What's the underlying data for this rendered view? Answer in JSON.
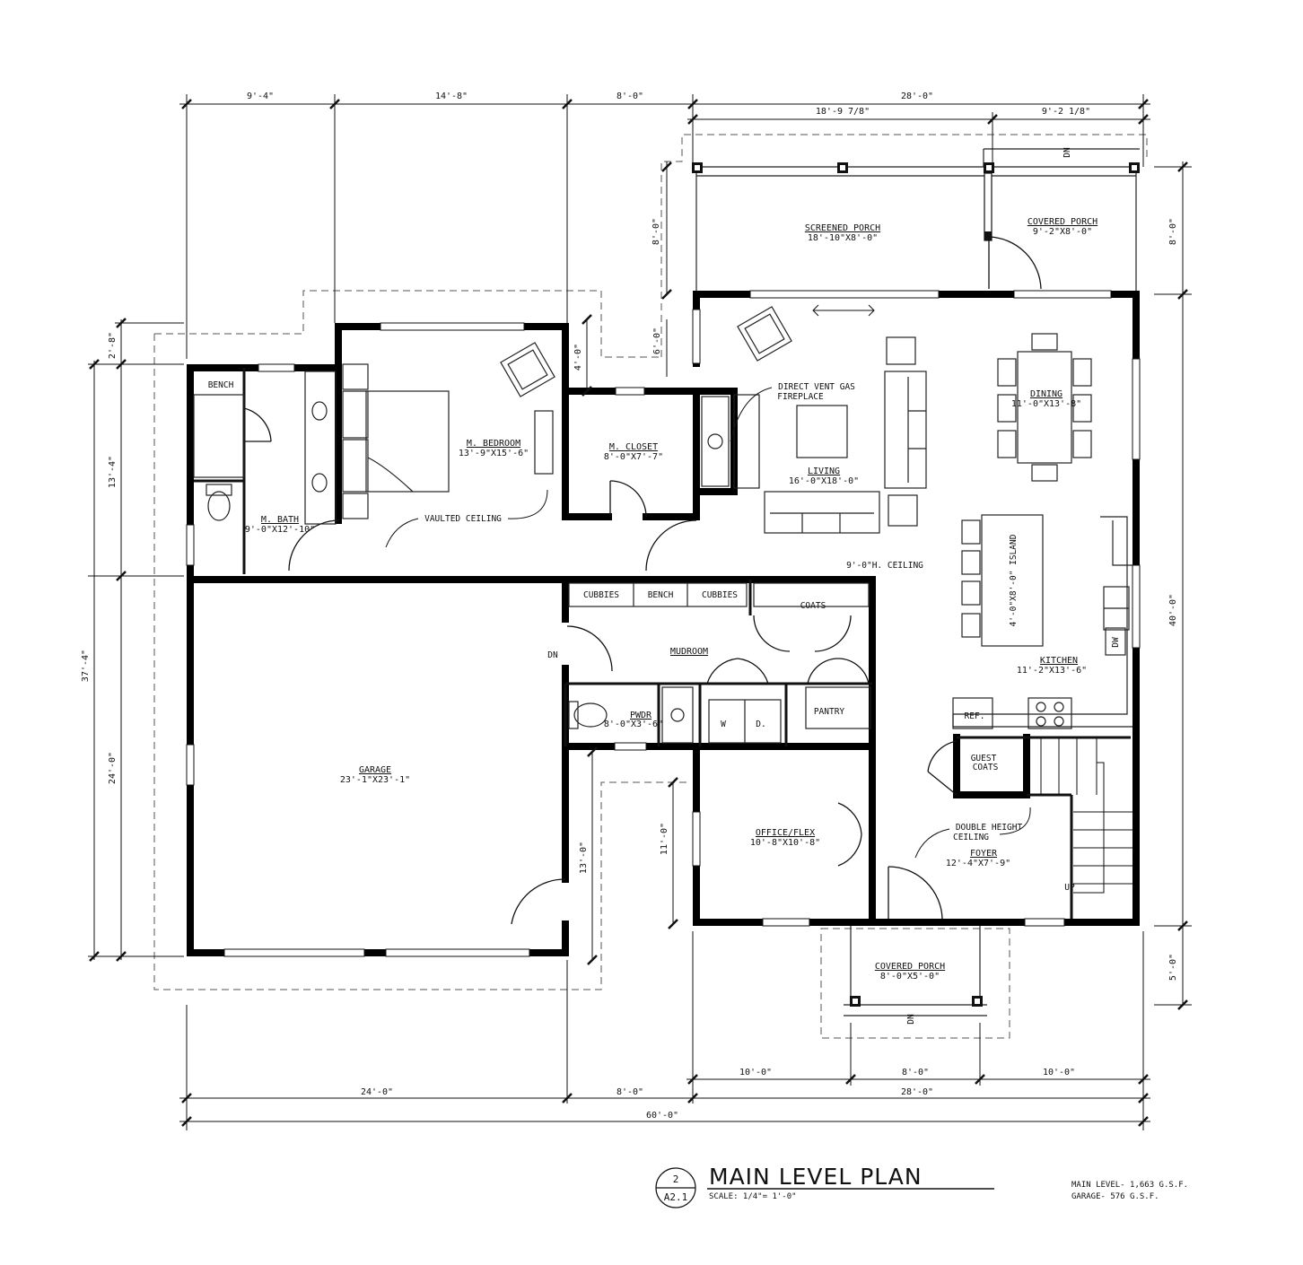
{
  "title_block": {
    "sheet_number": "2",
    "sheet_ref": "A2.1",
    "title": "MAIN LEVEL PLAN",
    "scale": "SCALE: 1/4\"= 1'-0\"",
    "area_main": "MAIN LEVEL- 1,663 G.S.F.",
    "area_garage": "GARAGE- 576 G.S.F."
  },
  "rooms": {
    "screened_porch": {
      "name": "SCREENED PORCH",
      "size": "18'-10\"X8'-0\""
    },
    "covered_porch_rear": {
      "name": "COVERED PORCH",
      "size": "9'-2\"X8'-0\""
    },
    "m_bedroom": {
      "name": "M. BEDROOM",
      "size": "13'-9\"X15'-6\""
    },
    "m_closet": {
      "name": "M. CLOSET",
      "size": "8'-0\"X7'-7\""
    },
    "m_bath": {
      "name": "M. BATH",
      "size": "9'-0\"X12'-10\""
    },
    "living": {
      "name": "LIVING",
      "size": "16'-0\"X18'-0\""
    },
    "dining": {
      "name": "DINING",
      "size": "11'-0\"X13'-8\""
    },
    "kitchen": {
      "name": "KITCHEN",
      "size": "11'-2\"X13'-6\""
    },
    "mudroom": {
      "name": "MUDROOM"
    },
    "pwdr": {
      "name": "PWDR",
      "size": "8'-0\"X3'-6\""
    },
    "garage": {
      "name": "GARAGE",
      "size": "23'-1\"X23'-1\""
    },
    "office": {
      "name": "OFFICE/FLEX",
      "size": "10'-8\"X10'-8\""
    },
    "foyer": {
      "name": "FOYER",
      "size": "12'-4\"X7'-9\""
    },
    "covered_porch_front": {
      "name": "COVERED PORCH",
      "size": "8'-0\"X5'-0\""
    }
  },
  "labels": {
    "bench_bath": "BENCH",
    "fireplace_1": "DIRECT VENT GAS",
    "fireplace_2": "FIREPLACE",
    "vaulted": "VAULTED CEILING",
    "ceiling_9": "9'-0\"H. CEILING",
    "island": "4'-0\"X8'-0\" ISLAND",
    "dw": "DW",
    "ref": "REF.",
    "cubbies_1": "CUBBIES",
    "bench_mud": "BENCH",
    "cubbies_2": "CUBBIES",
    "coats": "COATS",
    "pantry": "PANTRY",
    "washer": "W",
    "dryer": "D.",
    "guest_coats_1": "GUEST",
    "guest_coats_2": "COATS",
    "double_height_1": "DOUBLE HEIGHT",
    "double_height_2": "CEILING",
    "dn_rear": "DN",
    "dn_mud": "DN",
    "dn_front": "DN",
    "up": "UP"
  },
  "dimensions": {
    "top_1": "9'-4\"",
    "top_2": "14'-8\"",
    "top_3": "8'-0\"",
    "top_4": "28'-0\"",
    "porch_1": "18'-9 7/8\"",
    "porch_2": "9'-2 1/8\"",
    "left_porch": "8'-0\"",
    "right_porch": "8'-0\"",
    "left_a": "2'-8\"",
    "left_b": "13'-4\"",
    "left_c": "24'-0\"",
    "left_total": "37'-4\"",
    "mid_4": "4'-0\"",
    "mid_6": "6'-0\"",
    "right_40": "40'-0\"",
    "right_5": "5'-0\"",
    "office_11": "11'-0\"",
    "garage_13": "13'-0\"",
    "bot_1": "10'-0\"",
    "bot_2": "8'-0\"",
    "bot_3": "10'-0\"",
    "bot_28": "28'-0\"",
    "bot_24": "24'-0\"",
    "bot_8": "8'-0\"",
    "bot_60": "60'-0\""
  }
}
